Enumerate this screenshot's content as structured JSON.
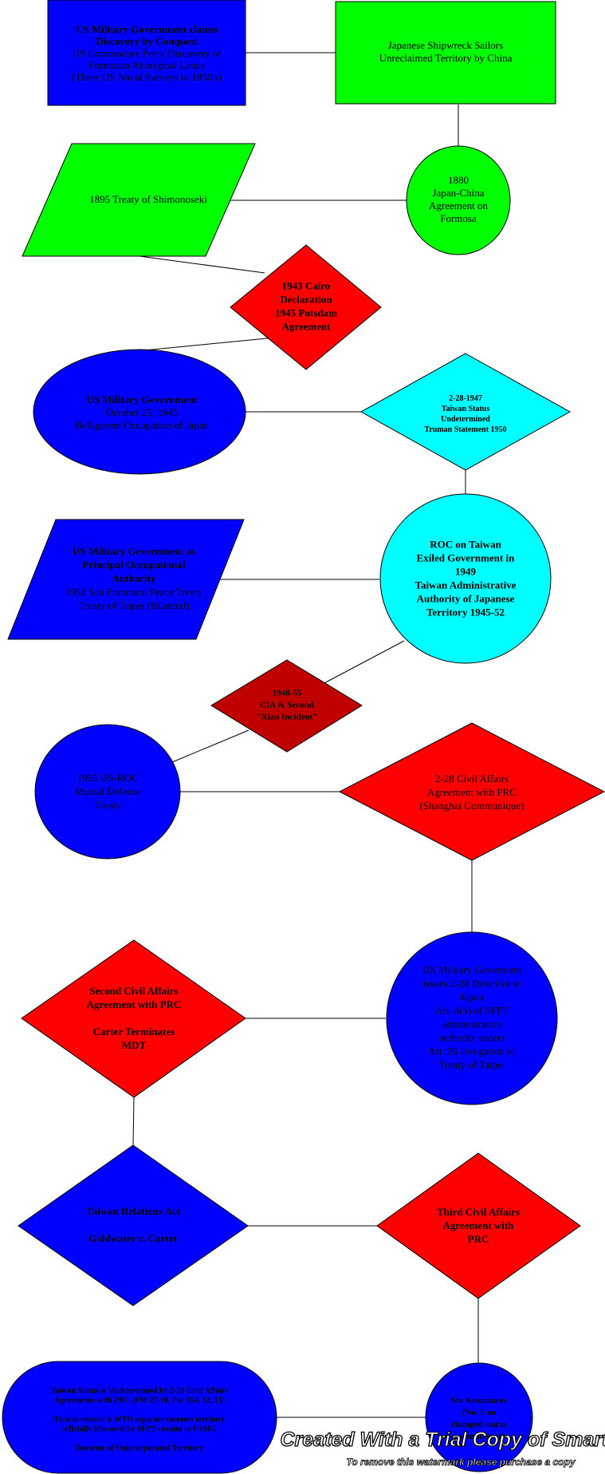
{
  "colors": {
    "blue": "#0000ff",
    "green": "#00ff00",
    "red": "#ff0000",
    "cyan": "#00ffff",
    "dark_red": "#c00000",
    "line": "#000000"
  },
  "nodes": {
    "us_mil_gov_discovery": {
      "shape": "rectangle",
      "color": "blue",
      "lines": [
        "US Military Government claims",
        "Discovery by Conquest",
        "US Commodore Perry Discovery of",
        "Formosan Aboriginal Lands",
        "(Three US Naval Surveys in 1850's)"
      ]
    },
    "japanese_shipwreck": {
      "shape": "rectangle",
      "color": "green",
      "lines": [
        "Japanese Shipwreck Sailors",
        "Unreclaimed Territory by China"
      ]
    },
    "treaty_shimonoseki": {
      "shape": "parallelogram",
      "color": "green",
      "lines": [
        "1895 Treaty of Shimonoseki"
      ]
    },
    "japan_china_1880": {
      "shape": "circle",
      "color": "green",
      "lines": [
        "1880",
        "Japan-China",
        "Agreement on",
        "Formosa"
      ]
    },
    "cairo_potsdam": {
      "shape": "diamond",
      "color": "red",
      "lines": [
        "1943 Cairo",
        "Declaration",
        "1945 Potsdam",
        "Agreement"
      ]
    },
    "us_mil_gov_1945": {
      "shape": "ellipse",
      "color": "blue",
      "lines": [
        "US Military Government",
        "October 25, 1945",
        "Belligerent Occupation of Japan"
      ]
    },
    "taiwan_status_1947": {
      "shape": "diamond",
      "color": "cyan",
      "lines": [
        "2-28-1947",
        "Taiwan Status",
        "Undetermined",
        "Truman Statement 1950"
      ]
    },
    "us_mil_gov_principal": {
      "shape": "parallelogram",
      "color": "blue",
      "lines": [
        "US Military Government as",
        "Principal Occupational",
        "Authority",
        "1952 San Francisco Peace Treaty",
        "Treaty of Taipei (Bilateral)"
      ]
    },
    "roc_on_taiwan": {
      "shape": "circle",
      "color": "cyan",
      "lines": [
        "ROC on Taiwan",
        "Exiled Government in",
        "1949",
        "Taiwan Administrative",
        "Authority of Japanese",
        "Territory 1945-52"
      ]
    },
    "cia_xian": {
      "shape": "diamond",
      "color": "dark_red",
      "lines": [
        "1948-55",
        "CIA & Second",
        "\"Xian Incident\""
      ]
    },
    "us_roc_1955": {
      "shape": "circle",
      "color": "blue",
      "lines": [
        "1955 US-ROC",
        "Mutual Defense",
        "Treaty"
      ]
    },
    "civil_affairs_first": {
      "shape": "diamond",
      "color": "red",
      "lines": [
        "2-28 Civil Affairs",
        "Agreement with PRC",
        "(Shanghai Communique)"
      ]
    },
    "second_civil_affairs": {
      "shape": "diamond",
      "color": "red",
      "lines": [
        "Second Civil Affairs",
        "Agreement with PRC",
        "",
        "Carter Terminates",
        "MDT"
      ]
    },
    "us_mil_gov_directive": {
      "shape": "circle",
      "color": "blue",
      "lines": [
        "US Military Goverment",
        "issues 2-28 Directive to",
        "Japan",
        "Art. 4(b) of SFPT",
        "administrative",
        "authority orders",
        "Art. 26 abrogation of",
        "Treaty of Taipei"
      ]
    },
    "taiwan_relations_act": {
      "shape": "diamond",
      "color": "blue",
      "lines": [
        "Taiwan Relations Act",
        "",
        "Goldwater v. Carter"
      ]
    },
    "third_civil_affairs": {
      "shape": "diamond",
      "color": "red",
      "lines": [
        "Third Civil Affairs",
        "Agreement with",
        "PRC"
      ]
    },
    "taiwan_status_undetermined": {
      "shape": "stadium",
      "color": "blue",
      "lines": [
        "Taiwan Status is Undetermined by 2-28 Civil Affairs",
        "Agreements with PRC (FM 27-10, Par 354, 12, 13)",
        "",
        "Taiwan cession is WTO separate customs territory",
        "officially liberated by SFPT cession to USMG",
        "",
        "Doctrine of Unincorporated Territory"
      ]
    },
    "six_assurances": {
      "shape": "circle",
      "color": "blue",
      "lines": [
        "Six Assurances",
        "(No. 5 no",
        "changed status",
        "commitment)"
      ]
    }
  },
  "watermark": {
    "line1": "Created With a Trial Copy of SmartDraw",
    "line2": "To remove this watermark please purchase a copy"
  }
}
